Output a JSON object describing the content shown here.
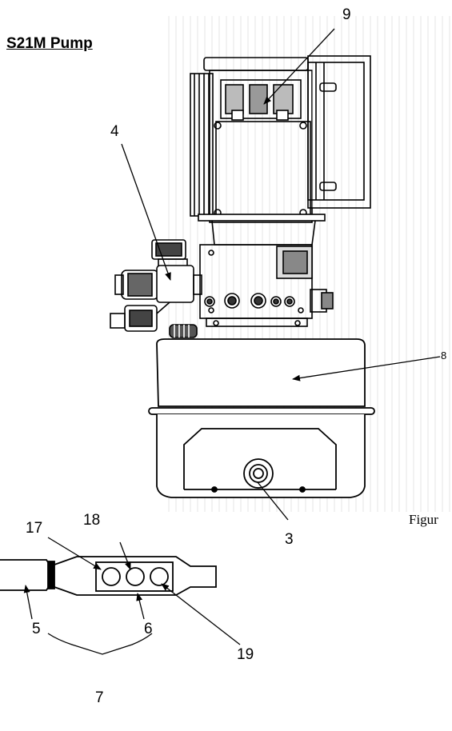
{
  "title": "S21M Pump",
  "figure_caption": "Figur",
  "callouts": {
    "c9": "9",
    "c4": "4",
    "c8": "8",
    "c3": "3",
    "c17": "17",
    "c18": "18",
    "c5": "5",
    "c6": "6",
    "c19": "19",
    "c7": "7"
  }
}
